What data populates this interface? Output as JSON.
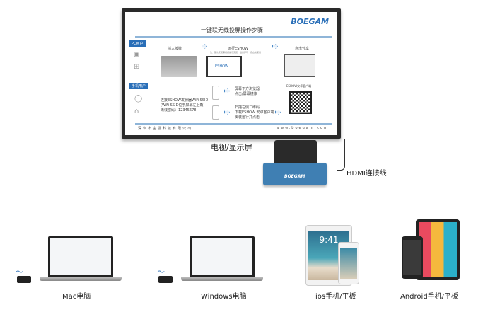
{
  "screen": {
    "title": "一键联无线投屏操作步骤",
    "brand": "BOEGAM",
    "pc_tag": "PC用户",
    "phone_tag": "手机用户",
    "step1": "插入按键",
    "step2": "运行ESHOW",
    "step2_note": "注：首次安装需根据提示安装，后续即可一键启动使用",
    "step3": "点击分享",
    "phone_text": [
      "连接ESHOW发射器WiFi SSID",
      "(WiFi SSID位于屏幕左上角)",
      "无线密码：12345678"
    ],
    "ios_text": [
      "屏幕下方浏览器",
      "点击/屏幕镜像"
    ],
    "android_text": [
      "扫描右侧二维码",
      "下载ESHOW 安卓客户端",
      "安装运行并点击"
    ],
    "qr_title": "ESHOW安卓客户端",
    "app_name": "ESHOW",
    "company": "深圳市宝疆科技有限公司",
    "website": "www.boegam.com"
  },
  "labels": {
    "tv": "电视/显示屏",
    "hdmi": "HDMI连接线",
    "dock_brand": "BOEGAM"
  },
  "devices": [
    {
      "label": "Mac电脑"
    },
    {
      "label": "Windows电脑"
    },
    {
      "label": "ios手机/平板"
    },
    {
      "label": "Android手机/平板"
    }
  ],
  "ipad_time": "9:41",
  "colors": {
    "accent": "#2a6fb8",
    "dock": "#3f7fb3"
  }
}
